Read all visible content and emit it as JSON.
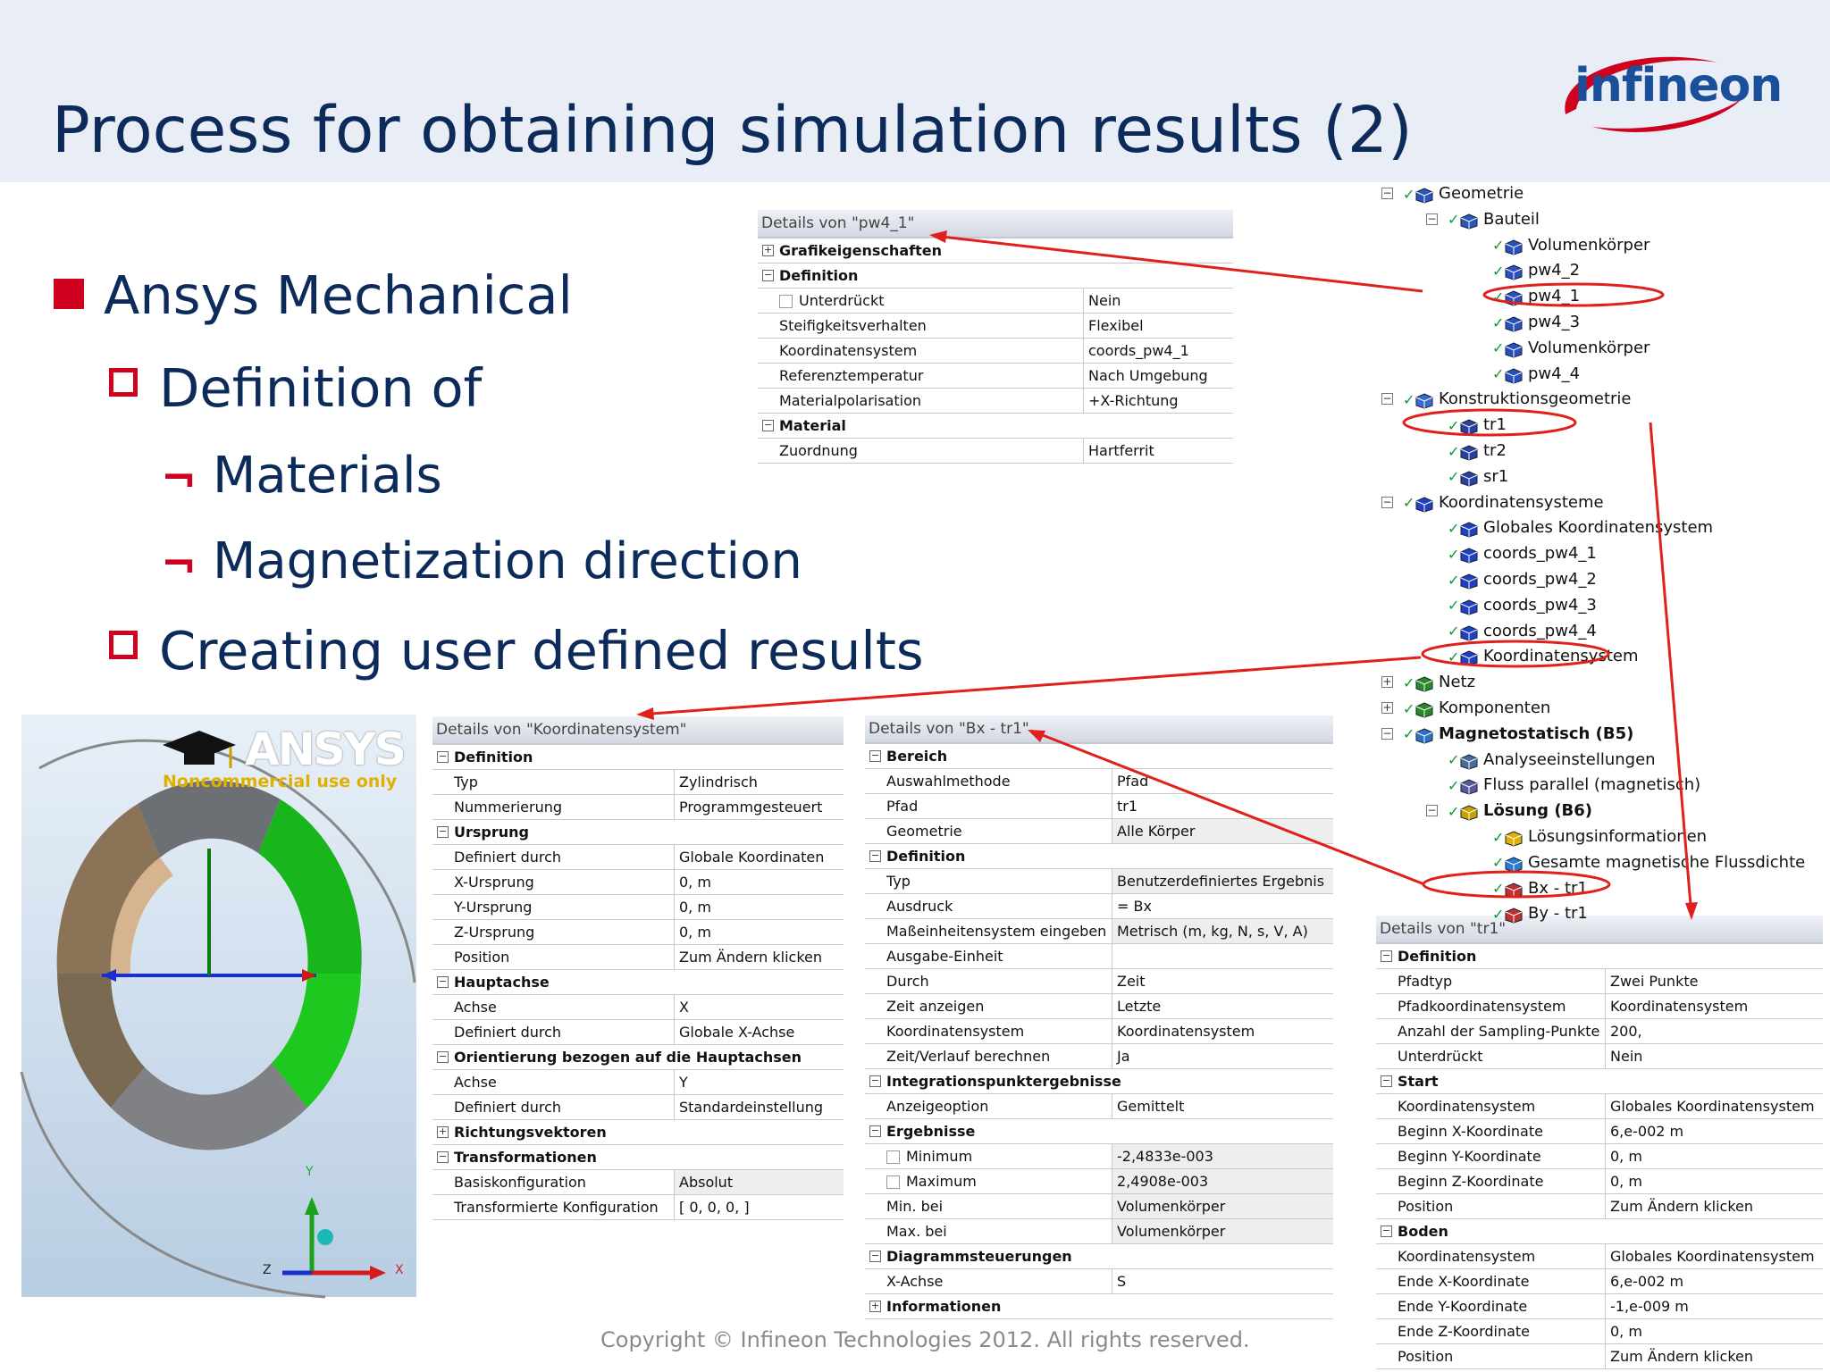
{
  "slide": {
    "title": "Process for obtaining simulation results (2)",
    "logo_text": "infineon",
    "copyright": "Copyright © Infineon Technologies 2012. All rights reserved."
  },
  "bullets": {
    "l1": "Ansys Mechanical",
    "l2": "Definition of",
    "l3a": "Materials",
    "l3b": "Magnetization direction",
    "l2b": "Creating user defined results",
    "neg_mark": "¬"
  },
  "colors": {
    "accent": "#d0001f",
    "title": "#0c2b5a",
    "header_bg": "#e9eef6",
    "annotation": "#e0201a"
  },
  "ansys_view": {
    "logo": "ANSYS",
    "noncommercial": "Noncommercial use only",
    "axis_y": "Y",
    "axis_x": "X",
    "axis_z": "Z"
  },
  "panel_pw": {
    "title": "Details von \"pw4_1\"",
    "rows": [
      {
        "type": "sec",
        "exp": "+",
        "label": "Grafikeigenschaften"
      },
      {
        "type": "sec",
        "exp": "−",
        "label": "Definition"
      },
      {
        "type": "kv",
        "k": "Unterdrückt",
        "v": "Nein",
        "checkbox": true
      },
      {
        "type": "kv",
        "k": "Steifigkeitsverhalten",
        "v": "Flexibel"
      },
      {
        "type": "kv",
        "k": "Koordinatensystem",
        "v": "coords_pw4_1"
      },
      {
        "type": "kv",
        "k": "Referenztemperatur",
        "v": "Nach Umgebung"
      },
      {
        "type": "kv",
        "k": "Materialpolarisation",
        "v": "+X-Richtung"
      },
      {
        "type": "sec",
        "exp": "−",
        "label": "Material"
      },
      {
        "type": "kv",
        "k": "Zuordnung",
        "v": "Hartferrit"
      }
    ]
  },
  "panel_ks": {
    "title": "Details von \"Koordinatensystem\"",
    "rows": [
      {
        "type": "sec",
        "exp": "−",
        "label": "Definition"
      },
      {
        "type": "kv",
        "k": "Typ",
        "v": "Zylindrisch"
      },
      {
        "type": "kv",
        "k": "Nummerierung",
        "v": "Programmgesteuert"
      },
      {
        "type": "sec",
        "exp": "−",
        "label": "Ursprung"
      },
      {
        "type": "kv",
        "k": "Definiert durch",
        "v": "Globale Koordinaten"
      },
      {
        "type": "kv",
        "k": "X-Ursprung",
        "v": "0, m"
      },
      {
        "type": "kv",
        "k": "Y-Ursprung",
        "v": "0, m"
      },
      {
        "type": "kv",
        "k": "Z-Ursprung",
        "v": "0, m"
      },
      {
        "type": "kv",
        "k": "Position",
        "v": "Zum Ändern klicken"
      },
      {
        "type": "sec",
        "exp": "−",
        "label": "Hauptachse"
      },
      {
        "type": "kv",
        "k": "Achse",
        "v": "X"
      },
      {
        "type": "kv",
        "k": "Definiert durch",
        "v": "Globale X-Achse"
      },
      {
        "type": "sec",
        "exp": "−",
        "label": "Orientierung bezogen auf die Hauptachsen"
      },
      {
        "type": "kv",
        "k": "Achse",
        "v": "Y"
      },
      {
        "type": "kv",
        "k": "Definiert durch",
        "v": "Standardeinstellung"
      },
      {
        "type": "sec",
        "exp": "+",
        "label": "Richtungsvektoren"
      },
      {
        "type": "sec",
        "exp": "−",
        "label": "Transformationen"
      },
      {
        "type": "kv",
        "k": "Basiskonfiguration",
        "v": "Absolut",
        "gray": true
      },
      {
        "type": "kv",
        "k": "Transformierte Konfiguration",
        "v": "[ 0,  0,  0, ]"
      }
    ]
  },
  "panel_bx": {
    "title": "Details von \"Bx - tr1\"",
    "rows": [
      {
        "type": "sec",
        "exp": "−",
        "label": "Bereich"
      },
      {
        "type": "kv",
        "k": "Auswahlmethode",
        "v": "Pfad"
      },
      {
        "type": "kv",
        "k": "Pfad",
        "v": "tr1"
      },
      {
        "type": "kv",
        "k": "Geometrie",
        "v": "Alle Körper",
        "gray": true
      },
      {
        "type": "sec",
        "exp": "−",
        "label": "Definition"
      },
      {
        "type": "kv",
        "k": "Typ",
        "v": "Benutzerdefiniertes Ergebnis",
        "gray": true
      },
      {
        "type": "kv",
        "k": "Ausdruck",
        "v": "= Bx"
      },
      {
        "type": "kv",
        "k": "Maßeinheitensystem eingeben",
        "v": "Metrisch (m, kg, N, s, V, A)",
        "gray": true
      },
      {
        "type": "kv",
        "k": "Ausgabe-Einheit",
        "v": ""
      },
      {
        "type": "kv",
        "k": "Durch",
        "v": "Zeit"
      },
      {
        "type": "kv",
        "k": "Zeit anzeigen",
        "v": "Letzte"
      },
      {
        "type": "kv",
        "k": "Koordinatensystem",
        "v": "Koordinatensystem"
      },
      {
        "type": "kv",
        "k": "Zeit/Verlauf berechnen",
        "v": "Ja"
      },
      {
        "type": "sec",
        "exp": "−",
        "label": "Integrationspunktergebnisse"
      },
      {
        "type": "kv",
        "k": "Anzeigeoption",
        "v": "Gemittelt"
      },
      {
        "type": "sec",
        "exp": "−",
        "label": "Ergebnisse"
      },
      {
        "type": "kv",
        "k": "Minimum",
        "v": "-2,4833e-003",
        "checkbox": true,
        "gray": true
      },
      {
        "type": "kv",
        "k": "Maximum",
        "v": "2,4908e-003",
        "checkbox": true,
        "gray": true
      },
      {
        "type": "kv",
        "k": "Min. bei",
        "v": "Volumenkörper",
        "gray": true
      },
      {
        "type": "kv",
        "k": "Max. bei",
        "v": "Volumenkörper",
        "gray": true
      },
      {
        "type": "sec",
        "exp": "−",
        "label": "Diagrammsteuerungen"
      },
      {
        "type": "kv",
        "k": "X-Achse",
        "v": "S"
      },
      {
        "type": "sec",
        "exp": "+",
        "label": "Informationen"
      }
    ]
  },
  "panel_tr": {
    "title": "Details von \"tr1\"",
    "rows": [
      {
        "type": "sec",
        "exp": "−",
        "label": "Definition"
      },
      {
        "type": "kv",
        "k": "Pfadtyp",
        "v": "Zwei Punkte"
      },
      {
        "type": "kv",
        "k": "Pfadkoordinatensystem",
        "v": "Koordinatensystem"
      },
      {
        "type": "kv",
        "k": "Anzahl der Sampling-Punkte",
        "v": "200,"
      },
      {
        "type": "kv",
        "k": "Unterdrückt",
        "v": "Nein"
      },
      {
        "type": "sec",
        "exp": "−",
        "label": "Start"
      },
      {
        "type": "kv",
        "k": "Koordinatensystem",
        "v": "Globales Koordinatensystem"
      },
      {
        "type": "kv",
        "k": "Beginn X-Koordinate",
        "v": "6,e-002 m"
      },
      {
        "type": "kv",
        "k": "Beginn Y-Koordinate",
        "v": "0, m"
      },
      {
        "type": "kv",
        "k": "Beginn Z-Koordinate",
        "v": "0, m"
      },
      {
        "type": "kv",
        "k": "Position",
        "v": "Zum Ändern klicken"
      },
      {
        "type": "sec",
        "exp": "−",
        "label": "Boden"
      },
      {
        "type": "kv",
        "k": "Koordinatensystem",
        "v": "Globales Koordinatensystem"
      },
      {
        "type": "kv",
        "k": "Ende X-Koordinate",
        "v": "6,e-002 m"
      },
      {
        "type": "kv",
        "k": "Ende Y-Koordinate",
        "v": "-1,e-009 m"
      },
      {
        "type": "kv",
        "k": "Ende Z-Koordinate",
        "v": "0, m"
      },
      {
        "type": "kv",
        "k": "Position",
        "v": "Zum Ändern klicken"
      }
    ]
  },
  "tree": {
    "nodes": [
      {
        "label": "Geometrie",
        "lvl": 0,
        "exp": "−",
        "icon": "geometry-icon"
      },
      {
        "label": "Bauteil",
        "lvl": 1,
        "exp": "−",
        "icon": "part-icon"
      },
      {
        "label": "Volumenkörper",
        "lvl": 2,
        "icon": "body-icon"
      },
      {
        "label": "pw4_2",
        "lvl": 2,
        "icon": "body-icon"
      },
      {
        "label": "pw4_1",
        "lvl": 2,
        "icon": "body-icon",
        "selected": true
      },
      {
        "label": "pw4_3",
        "lvl": 2,
        "icon": "body-icon"
      },
      {
        "label": "Volumenkörper",
        "lvl": 2,
        "icon": "body-icon"
      },
      {
        "label": "pw4_4",
        "lvl": 2,
        "icon": "body-icon"
      },
      {
        "label": "Konstruktionsgeometrie",
        "lvl": 0,
        "exp": "−",
        "icon": "construction-icon"
      },
      {
        "label": "tr1",
        "lvl": 1,
        "icon": "path-icon",
        "selected": true
      },
      {
        "label": "tr2",
        "lvl": 1,
        "icon": "path-icon"
      },
      {
        "label": "sr1",
        "lvl": 1,
        "icon": "path-icon"
      },
      {
        "label": "Koordinatensysteme",
        "lvl": 0,
        "exp": "−",
        "icon": "coordinate-systems-icon"
      },
      {
        "label": "Globales Koordinatensystem",
        "lvl": 1,
        "icon": "axes-icon"
      },
      {
        "label": "coords_pw4_1",
        "lvl": 1,
        "icon": "axes-icon"
      },
      {
        "label": "coords_pw4_2",
        "lvl": 1,
        "icon": "axes-icon"
      },
      {
        "label": "coords_pw4_3",
        "lvl": 1,
        "icon": "axes-icon"
      },
      {
        "label": "coords_pw4_4",
        "lvl": 1,
        "icon": "axes-icon"
      },
      {
        "label": "Koordinatensystem",
        "lvl": 1,
        "icon": "axes-icon",
        "selected": true
      },
      {
        "label": "Netz",
        "lvl": 0,
        "exp": "+",
        "icon": "mesh-icon"
      },
      {
        "label": "Komponenten",
        "lvl": 0,
        "exp": "+",
        "icon": "components-icon"
      },
      {
        "label": "Magnetostatisch (B5)",
        "lvl": 0,
        "exp": "−",
        "icon": "analysis-icon",
        "bold": true
      },
      {
        "label": "Analyseeinstellungen",
        "lvl": 1,
        "icon": "settings-icon"
      },
      {
        "label": "Fluss parallel (magnetisch)",
        "lvl": 1,
        "icon": "flux-icon"
      },
      {
        "label": "Lösung (B6)",
        "lvl": 1,
        "exp": "−",
        "icon": "solution-icon",
        "bold": true
      },
      {
        "label": "Lösungsinformationen",
        "lvl": 2,
        "icon": "info-icon"
      },
      {
        "label": "Gesamte magnetische Flussdichte",
        "lvl": 2,
        "icon": "result-icon"
      },
      {
        "label": "Bx - tr1",
        "lvl": 2,
        "icon": "user-result-icon",
        "selected": true
      },
      {
        "label": "By - tr1",
        "lvl": 2,
        "icon": "user-result-icon"
      }
    ]
  }
}
